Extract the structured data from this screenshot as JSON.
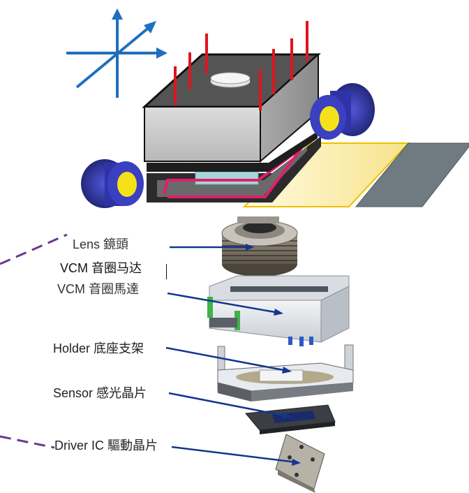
{
  "labels": {
    "lens": "Lens 鏡頭",
    "vcm_original": "VCM 音圈馬達",
    "vcm_overlay": "VCM 音圈马达",
    "holder": "Holder 底座支架",
    "sensor": "Sensor 感光晶片",
    "driver": "Driver IC 驅動晶片"
  },
  "colors": {
    "axis": "#1f6fbf",
    "field_line": "#e0141e",
    "magnet": "#2b2f9e",
    "magnet_core": "#f3e21a",
    "coil": "#e21d6a",
    "leader": "#14358f",
    "dashed": "#6a3a8c"
  }
}
